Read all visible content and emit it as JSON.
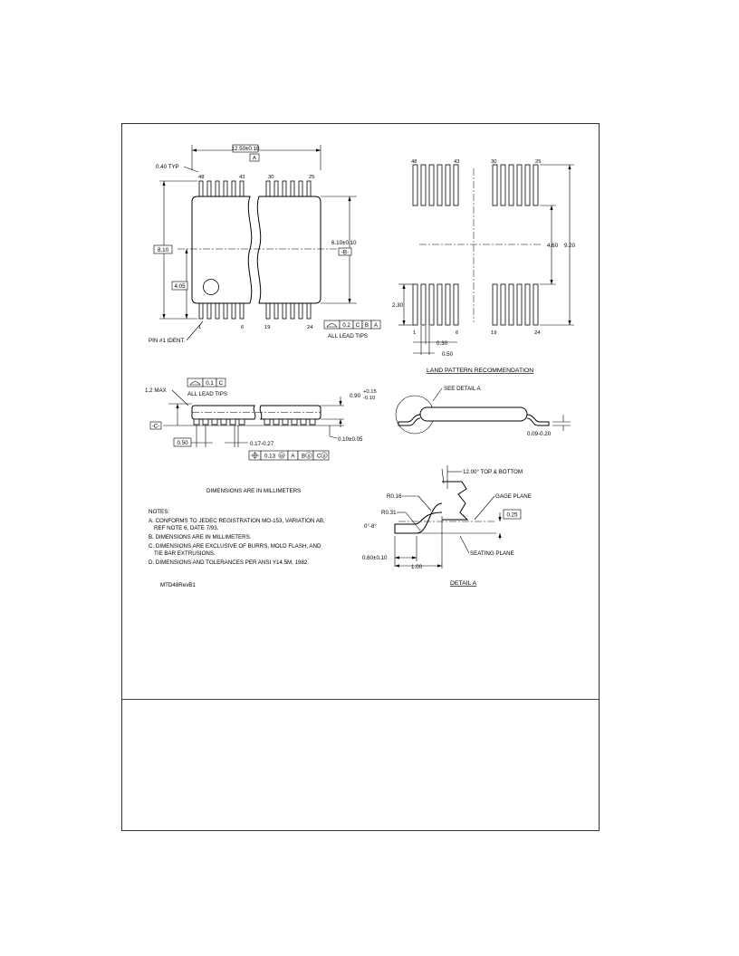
{
  "top_view": {
    "dim_length": "12.50±0.10",
    "datum_a": "A",
    "lead_pitch_typ": "0.40 TYP",
    "pin_48": "48",
    "pin_43": "43",
    "pin_30": "30",
    "pin_25": "25",
    "pin_1": "1",
    "pin_6": "6",
    "pin_19": "19",
    "pin_24": "24",
    "dim_overall_width": "8.10",
    "dim_half_width": "4.05",
    "dim_body_width": "6.10±0.10",
    "datum_b": "-B-",
    "pin1_ident": "PIN #1 IDENT.",
    "fcf_profile_value": "0.2",
    "fcf_c": "C",
    "fcf_b": "B",
    "fcf_a": "A",
    "all_lead_tips": "ALL LEAD TIPS"
  },
  "land_pattern": {
    "pin_48": "48",
    "pin_43": "43",
    "pin_30": "30",
    "pin_25": "25",
    "pin_1": "1",
    "pin_6": "6",
    "pin_19": "19",
    "pin_24": "24",
    "dim_inner": "4.60",
    "dim_outer": "9.20",
    "dim_pad_length": "2.30",
    "dim_pad_width": "0.30",
    "dim_pitch": "0.50",
    "title": "LAND PATTERN RECOMMENDATION"
  },
  "side_view": {
    "max_height": "1.2 MAX",
    "fcf_value": "0.1",
    "fcf_datum": "C",
    "all_lead_tips": "ALL LEAD TIPS",
    "body_thickness": "0.90",
    "body_tol_plus": "+0.15",
    "body_tol_minus": "-0.10",
    "standoff": "0.10±0.05",
    "datum_c": "-C-",
    "pitch": "0.50",
    "lead_width": "0.17-0.27",
    "pos_value": "0.13",
    "pos_a": "A",
    "pos_b": "B",
    "pos_c": "C",
    "see_detail": "SEE DETAIL A",
    "lead_thickness": "0.09-0.20"
  },
  "detail": {
    "angle_top_bottom": "12.00° TOP & BOTTOM",
    "radius_upper": "R0.16",
    "radius_lower": "R0.31",
    "foot_angle": "0°-8°",
    "gage_plane": "GAGE PLANE",
    "gage_value": "0.25",
    "seating_plane": "SEATING PLANE",
    "foot_length": "0.60±0.10",
    "lead_length": "1.00",
    "title": "DETAIL A"
  },
  "units_note": "DIMENSIONS ARE IN MILLIMETERS",
  "notes": {
    "heading": "NOTES:",
    "items": [
      "A. CONFORMS TO JEDEC REGISTRATION MO-153, VARIATION AB,",
      "REF NOTE 6, DATE 7/93.",
      "B. DIMENSIONS ARE IN MILLIMETERS.",
      "C. DIMENSIONS ARE EXCLUSIVE OF BURRS, MOLD FLASH, AND",
      "TIE BAR EXTRUSIONS.",
      "D. DIMENSIONS AND TOLERANCES PER ANSI Y14.5M, 1982."
    ]
  },
  "drawing_id": "MTD48RevB1"
}
